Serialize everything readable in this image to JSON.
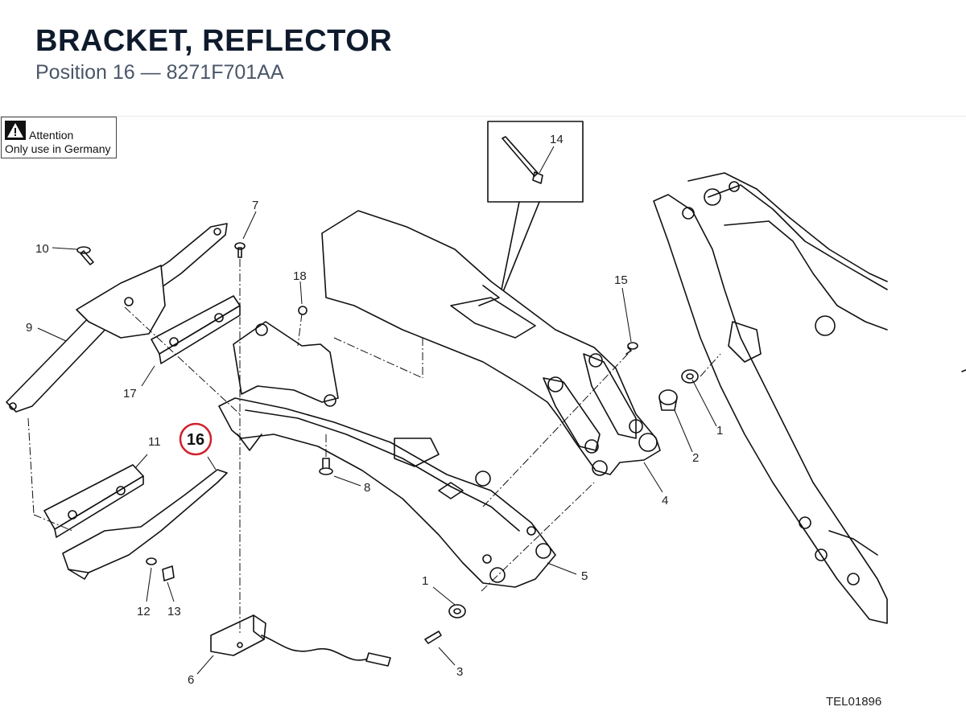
{
  "header": {
    "title": "BRACKET, REFLECTOR",
    "subtitle": "Position 16 — 8271F701AA"
  },
  "notice": {
    "icon": "warning-icon",
    "heading": "Attention",
    "text": "Only use in Germany"
  },
  "labels": {
    "p1a": "1",
    "p1b": "1",
    "p2": "2",
    "p3": "3",
    "p4": "4",
    "p5": "5",
    "p6": "6",
    "p7": "7",
    "p8": "8",
    "p9": "9",
    "p10": "10",
    "p11": "11",
    "p12": "12",
    "p13": "13",
    "p14": "14",
    "p15": "15",
    "p17": "17",
    "p18": "18"
  },
  "highlight": {
    "position": "16",
    "color": "#d0202a"
  },
  "reference": "TEL01896"
}
